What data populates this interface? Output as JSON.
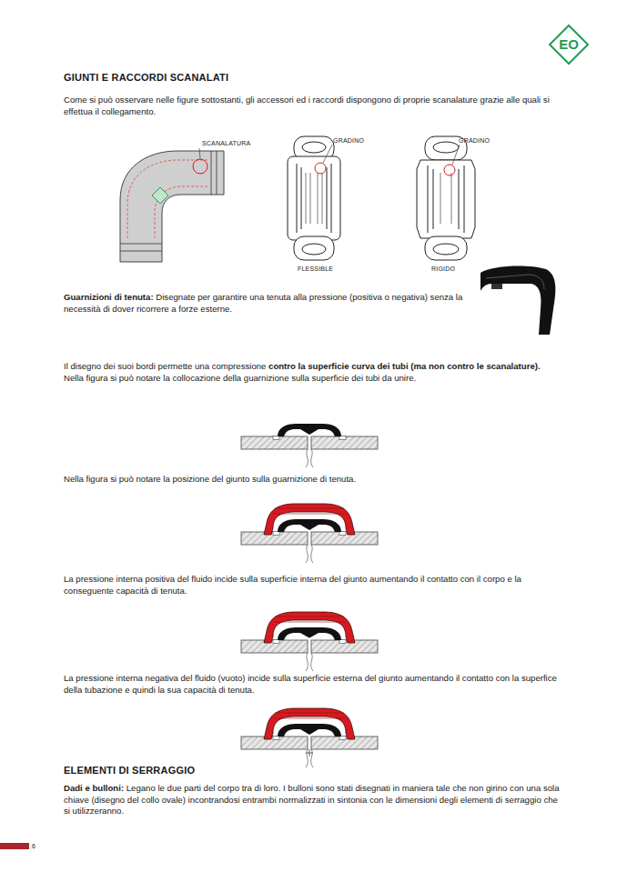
{
  "diagram": {
    "title": "GIUNTI E RACCORDI SCANALATI",
    "labels": [
      "Come si può osservare nelle figure sottostanti, gli accessori ed i raccordi dispongono di proprie scanalature grazie alle quali si effettua il collegamento.",
      "SCANALATURA",
      "GRADINO",
      "GRADINO",
      "FLESSIBLE",
      "RIGIDO",
      "Guarnizioni di tenuta:",
      "Disegnate per garantire una tenuta alla pressione (positiva o negativa) senza la necessità di dover ricorrere a forze esterne.",
      "Il disegno dei suoi bordi permette una compressione",
      "contro la superficie curva dei tubi (ma non contro le scanalature).",
      "Nella figura si può notare la collocazione della guarnizione sulla superficie dei tubi da unire.",
      "Nella figura si può notare la posizione del giunto sulla guarnizione di tenuta.",
      "La pressione interna positiva del fluido incide sulla superficie interna del giunto aumentando il contatto con il corpo e la conseguente capacità di tenuta.",
      "La pressione interna negativa del fluido (vuoto) incide sulla superficie esterna del giunto aumentando il contatto con la superfice della tubazione e quindi la sua capacità di tenuta.",
      "ELEMENTI DI SERRAGGIO",
      "Dadi e bulloni:",
      "Legano le due parti del corpo tra di loro. I bulloni sono stati disegnati in maniera tale che non girino con una sola chiave (disegno del collo ovale) incontrandosi entrambi normalizzati in sintonia con le dimensioni degli elementi di serraggio che si utilizzeranno.",
      "EO",
      "6"
    ]
  }
}
